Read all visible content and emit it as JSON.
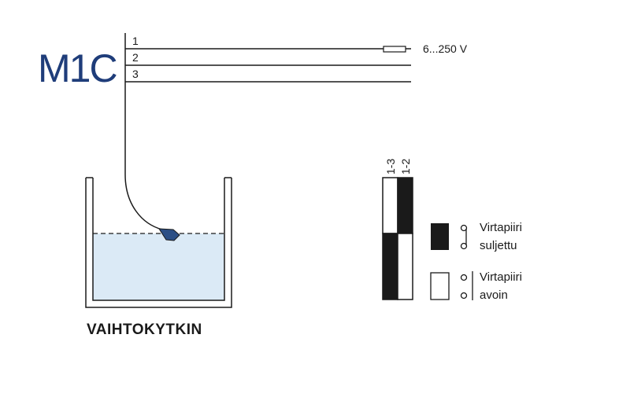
{
  "model": "M1C",
  "wires": [
    {
      "number": "1"
    },
    {
      "number": "2"
    },
    {
      "number": "3"
    }
  ],
  "voltage_label": "6...250 V",
  "title": "VAIHTOKYTKIN",
  "switch_table": {
    "col_left": "1-3",
    "col_right": "1-2"
  },
  "legend": {
    "closed_line1": "Virtapiiri",
    "closed_line2": "suljettu",
    "open_line1": "Virtapiiri",
    "open_line2": "avoin"
  },
  "colors": {
    "brand": "#1f3d7a",
    "water": "#dbeaf6",
    "float": "#2b4f86",
    "line": "#1a1a1a"
  }
}
